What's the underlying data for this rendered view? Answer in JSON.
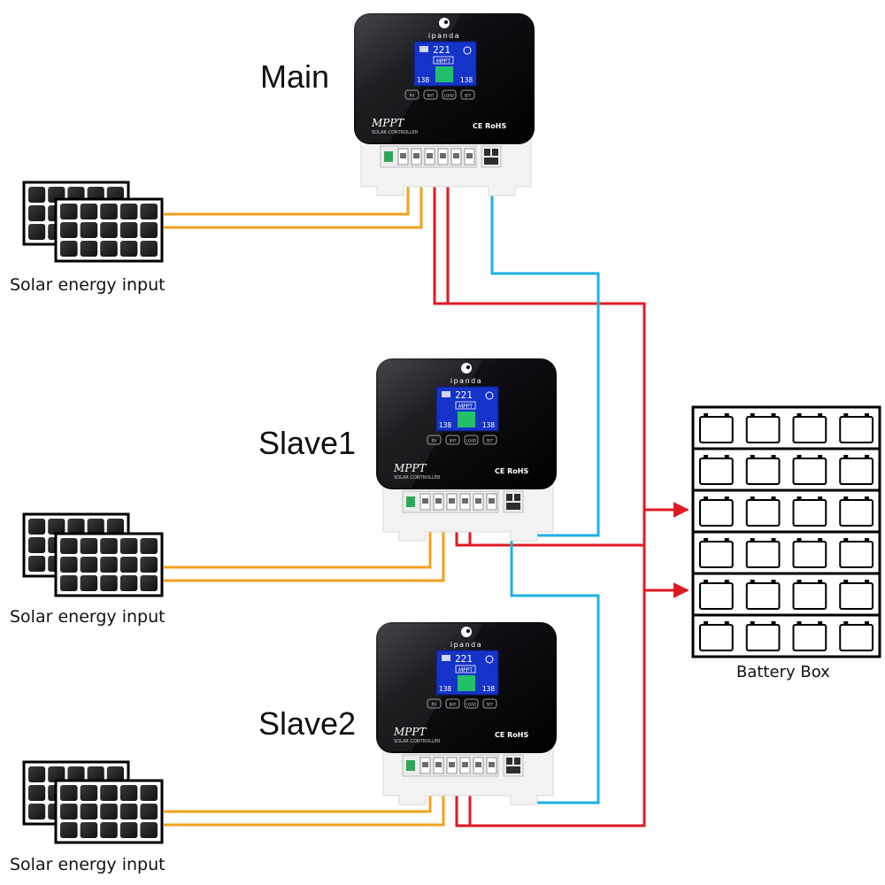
{
  "controllers": [
    {
      "id": "main",
      "label": "Main",
      "brand": "ipanda",
      "model": "MPPT",
      "subtitle": "SOLAR CONTROLLER",
      "certs": "CE RoHS",
      "lcd_value": "221",
      "lcd_left": "138",
      "lcd_right": "138",
      "lcd_mode": "MPPT",
      "buttons": [
        "PV",
        "BAT",
        "LOAD",
        "SET"
      ]
    },
    {
      "id": "slave1",
      "label": "Slave1",
      "brand": "ipanda",
      "model": "MPPT",
      "subtitle": "SOLAR CONTROLLER",
      "certs": "CE RoHS",
      "lcd_value": "221",
      "lcd_left": "138",
      "lcd_right": "138",
      "lcd_mode": "MPPT",
      "buttons": [
        "PV",
        "BAT",
        "LOAD",
        "SET"
      ]
    },
    {
      "id": "slave2",
      "label": "Slave2",
      "brand": "ipanda",
      "model": "MPPT",
      "subtitle": "SOLAR CONTROLLER",
      "certs": "CE RoHS",
      "lcd_value": "221",
      "lcd_left": "138",
      "lcd_right": "138",
      "lcd_mode": "MPPT",
      "buttons": [
        "PV",
        "BAT",
        "LOAD",
        "SET"
      ]
    }
  ],
  "solar_inputs": [
    {
      "label": "Solar energy input"
    },
    {
      "label": "Solar energy input"
    },
    {
      "label": "Solar energy input"
    }
  ],
  "battery_box": {
    "label": "Battery Box",
    "rows": 6,
    "cols": 4
  },
  "colors": {
    "pv_wire": "#f0a21d",
    "battery_wire": "#e01a22",
    "comm_wire": "#1eb1e6",
    "controller_body": "#0b0b0e",
    "controller_base": "#f3f3f3",
    "lcd": "#1533c8"
  }
}
